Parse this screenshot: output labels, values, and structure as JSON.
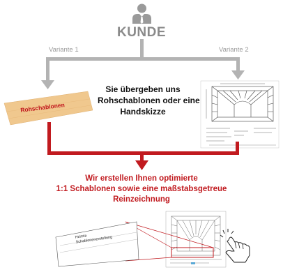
{
  "customer": {
    "label": "KUNDE",
    "icon": "person-icon"
  },
  "variants": [
    {
      "label": "Variante 1"
    },
    {
      "label": "Variante 2"
    }
  ],
  "raw_template": {
    "label": "Rohschablonen",
    "color": "#f0c88e"
  },
  "middle_text": [
    "Sie übergeben uns",
    "Rohschablonen oder eine",
    "Handskizze"
  ],
  "result_text": [
    "Wir erstellen Ihnen optimierte",
    "1:1 Schablonen sowie eine maßstabsgetreue",
    "Reinzeichnung"
  ],
  "template_sheet": {
    "lines": [
      "Helmle",
      "Schablonenerstellung"
    ]
  },
  "colors": {
    "gray": "#b3b3b3",
    "red": "#c11a1f",
    "dark_gray": "#8a8a8a"
  }
}
